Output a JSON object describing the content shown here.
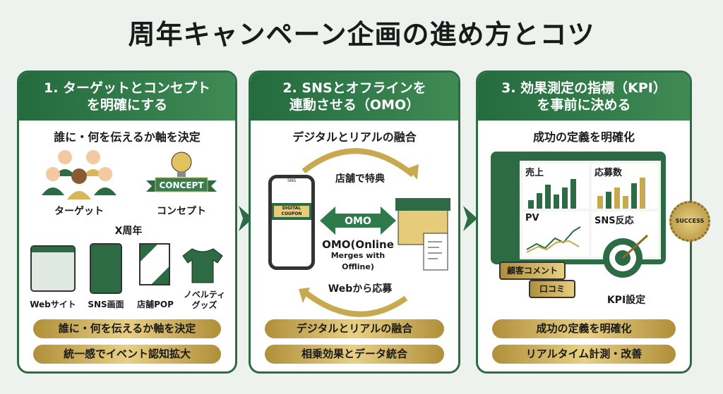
{
  "title": "周年キャンペーン企画の進め方とコツ",
  "panels": [
    {
      "header": [
        "1. ターゲットとコンセプト",
        "を明確にする"
      ],
      "subtitle": "誰に・何を伝えるか軸を決定",
      "labels": {
        "target": "ターゲット",
        "concept": "コンセプト",
        "concept_banner": "CONCEPT",
        "anniv": "X周年",
        "web": "Webサイト",
        "sns": "SNS画面",
        "pop": "店舗POP",
        "goods": [
          "ノベルティ",
          "グッズ"
        ]
      },
      "pills": [
        "誰に・何を伝えるか軸を決定",
        "統一感でイベント認知拡大"
      ]
    },
    {
      "header": [
        "2. SNSとオフラインを",
        "連動させる（OMO）"
      ],
      "subtitle": "デジタルとリアルの融合",
      "labels": {
        "top_arrow": "店舗で特典",
        "omo": "OMO",
        "omo_full_1": "OMO(Online",
        "omo_full_2": "Merges with Offline)",
        "bottom_arrow": "Webから応募",
        "coupon": [
          "DIGITAL",
          "COUPON"
        ],
        "phone_app": "SNS"
      },
      "pills": [
        "デジタルとリアルの融合",
        "相乗効果とデータ統合"
      ]
    },
    {
      "header": [
        "3. 効果測定の指標（KPI）",
        "を事前に決める"
      ],
      "subtitle": "成功の定義を明確化",
      "labels": {
        "sales": "売上",
        "entries": "応募数",
        "pv": "PV",
        "sns": "SNS反応",
        "comment": "顧客コメント",
        "review": "口コミ",
        "kpi": "KPI設定",
        "success": "SUCCESS"
      },
      "pills": [
        "成功の定義を明確化",
        "リアルタイム計測・改善"
      ]
    }
  ],
  "colors": {
    "green": "#2c6b43",
    "gold": "#c9a94f"
  }
}
